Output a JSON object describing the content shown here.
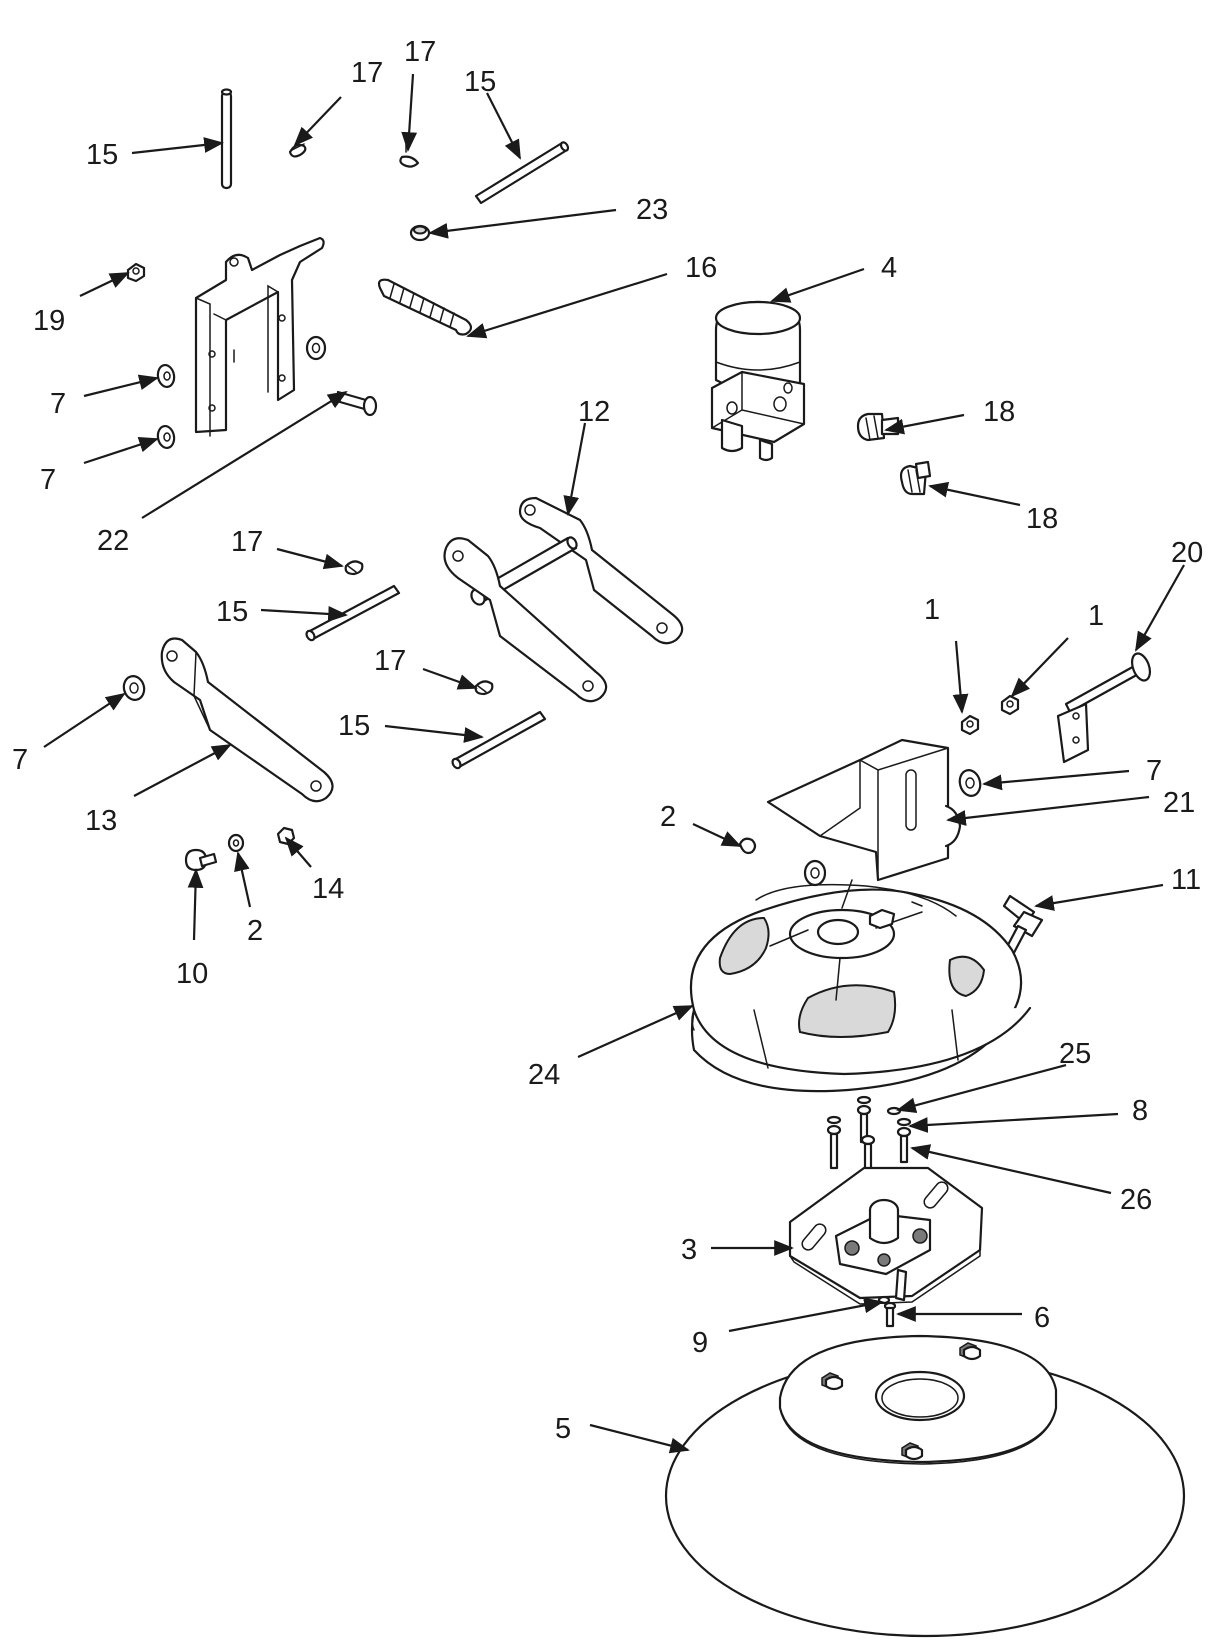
{
  "diagram": {
    "kind": "exploded parts diagram",
    "callouts": [
      {
        "id": "c15a",
        "text": "15"
      },
      {
        "id": "c17a",
        "text": "17"
      },
      {
        "id": "c17b",
        "text": "17"
      },
      {
        "id": "c15b",
        "text": "15"
      },
      {
        "id": "c23",
        "text": "23"
      },
      {
        "id": "c16",
        "text": "16"
      },
      {
        "id": "c4",
        "text": "4"
      },
      {
        "id": "c19",
        "text": "19"
      },
      {
        "id": "c7a",
        "text": "7"
      },
      {
        "id": "c7b",
        "text": "7"
      },
      {
        "id": "c22",
        "text": "22"
      },
      {
        "id": "c12",
        "text": "12"
      },
      {
        "id": "c18a",
        "text": "18"
      },
      {
        "id": "c18b",
        "text": "18"
      },
      {
        "id": "c17c",
        "text": "17"
      },
      {
        "id": "c15c",
        "text": "15"
      },
      {
        "id": "c20",
        "text": "20"
      },
      {
        "id": "c1a",
        "text": "1"
      },
      {
        "id": "c1b",
        "text": "1"
      },
      {
        "id": "c17d",
        "text": "17"
      },
      {
        "id": "c15d",
        "text": "15"
      },
      {
        "id": "c7c",
        "text": "7"
      },
      {
        "id": "c13",
        "text": "13"
      },
      {
        "id": "c7d",
        "text": "7"
      },
      {
        "id": "c2a",
        "text": "2"
      },
      {
        "id": "c21",
        "text": "21"
      },
      {
        "id": "c14",
        "text": "14"
      },
      {
        "id": "c11",
        "text": "11"
      },
      {
        "id": "c10",
        "text": "10"
      },
      {
        "id": "c2b",
        "text": "2"
      },
      {
        "id": "c24",
        "text": "24"
      },
      {
        "id": "c25",
        "text": "25"
      },
      {
        "id": "c8",
        "text": "8"
      },
      {
        "id": "c26",
        "text": "26"
      },
      {
        "id": "c3",
        "text": "3"
      },
      {
        "id": "c9",
        "text": "9"
      },
      {
        "id": "c6",
        "text": "6"
      },
      {
        "id": "c5",
        "text": "5"
      }
    ]
  }
}
